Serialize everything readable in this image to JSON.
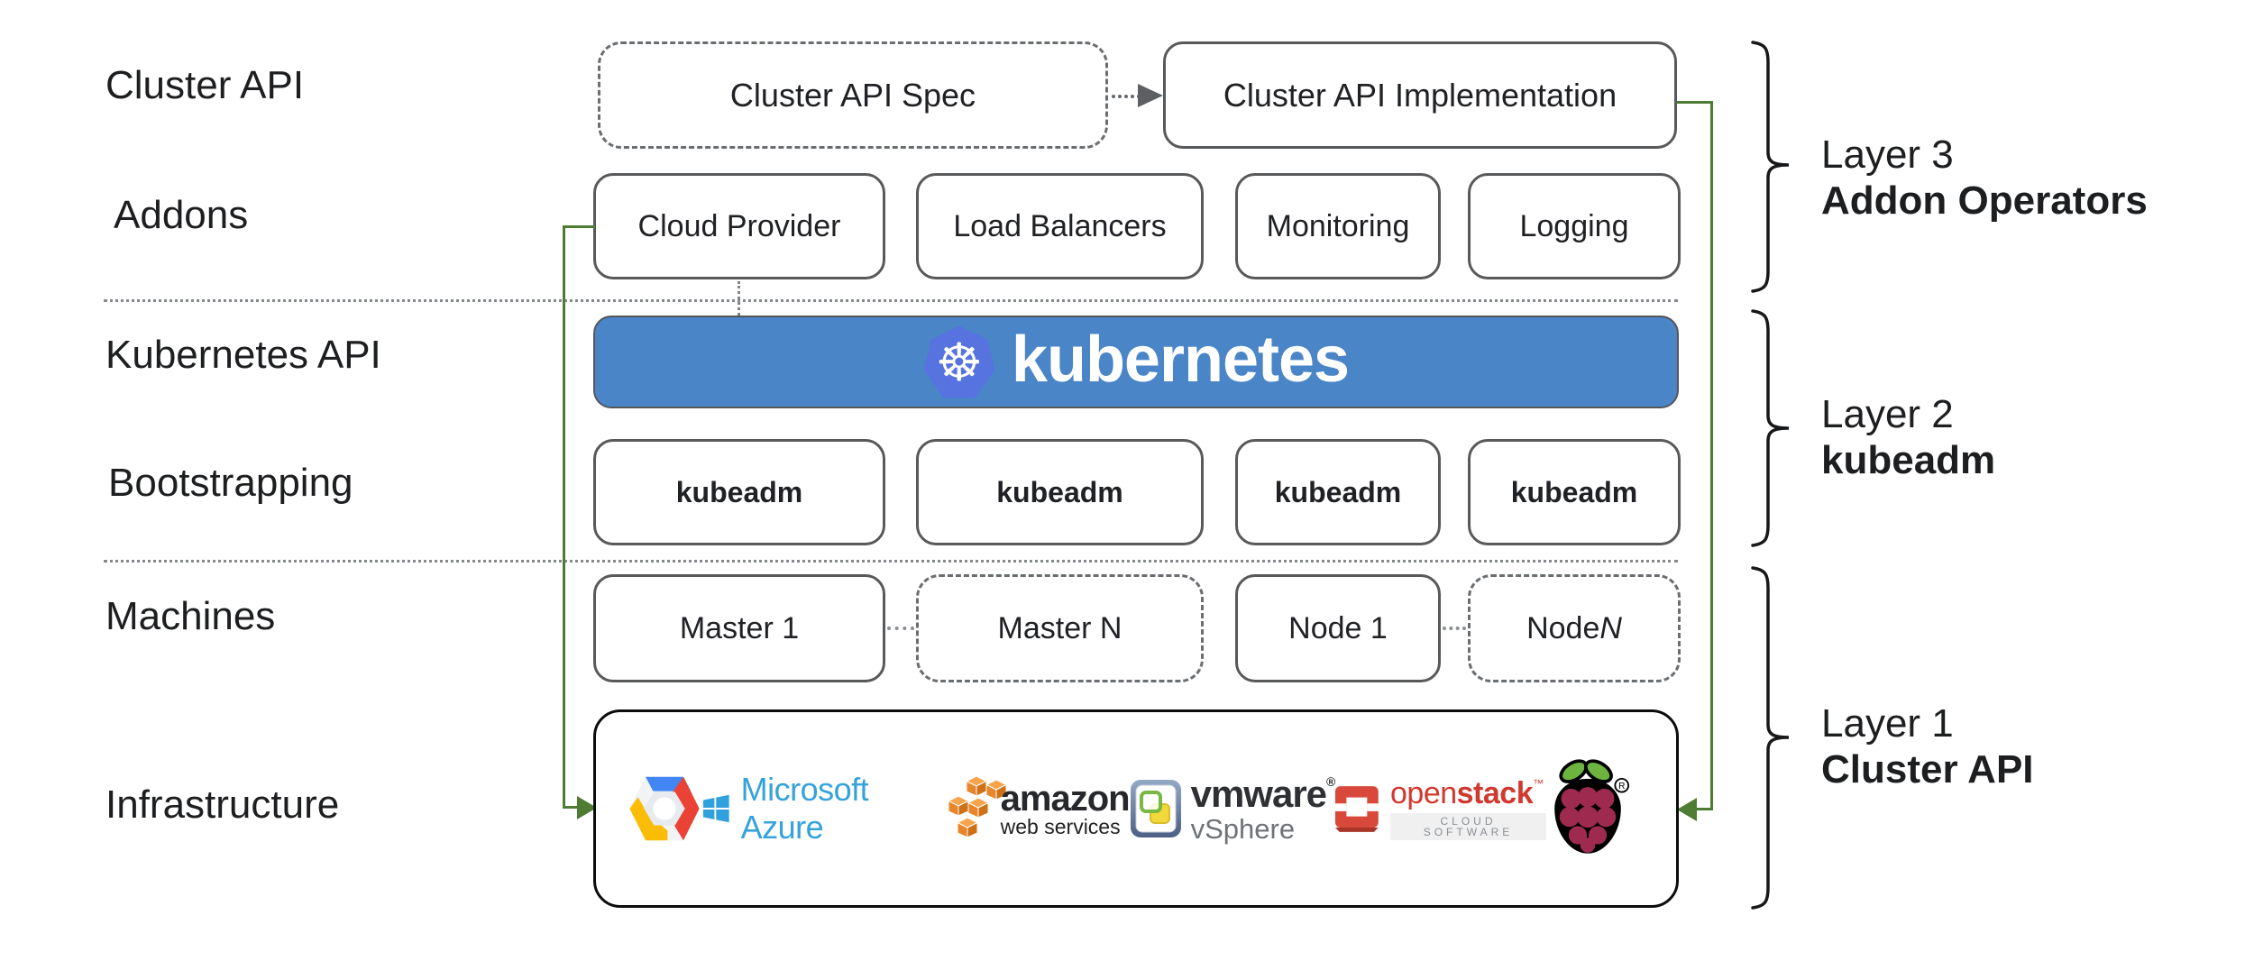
{
  "left_labels": {
    "items": [
      "Cluster API",
      "Addons",
      "Kubernetes API",
      "Bootstrapping",
      "Machines",
      "Infrastructure"
    ]
  },
  "cluster_api_row": {
    "spec": "Cluster API Spec",
    "implementation": "Cluster API Implementation"
  },
  "addons_row": {
    "items": [
      "Cloud Provider",
      "Load Balancers",
      "Monitoring",
      "Logging"
    ]
  },
  "kubernetes_banner": {
    "brand": "kubernetes",
    "logo_icon": "kubernetes-wheel-icon",
    "wheel_glyph": "☸"
  },
  "bootstrapping_row": {
    "items": [
      "kubeadm",
      "kubeadm",
      "kubeadm",
      "kubeadm"
    ]
  },
  "machines_row": {
    "items": [
      {
        "label": "Master 1",
        "style": "solid"
      },
      {
        "label": "Master N",
        "style": "dashed"
      },
      {
        "label": "Node 1",
        "style": "solid"
      },
      {
        "label": "Node ",
        "suffix_italic": "N",
        "style": "dashed"
      }
    ]
  },
  "infrastructure": {
    "providers": [
      {
        "name": "google-cloud-platform"
      },
      {
        "name": "microsoft-azure",
        "label": "Microsoft Azure"
      },
      {
        "name": "amazon-web-services",
        "label": "amazon",
        "sublabel": "web services"
      },
      {
        "name": "vmware-vsphere",
        "label": "vmware",
        "reg_mark": "®",
        "sublabel": "vSphere"
      },
      {
        "name": "openstack",
        "label_open": "open",
        "label_stack": "stack",
        "tm_mark": "™",
        "sublabel": "CLOUD SOFTWARE"
      },
      {
        "name": "raspberry-pi",
        "reg_mark": "®"
      }
    ]
  },
  "layer_annotations": {
    "items": [
      {
        "line1": "Layer 3",
        "line2": "Addon Operators"
      },
      {
        "line1": "Layer 2",
        "line2": "kubeadm"
      },
      {
        "line1": "Layer 1",
        "line2": "Cluster API"
      }
    ]
  },
  "colors": {
    "banner_blue": "#4a85c7",
    "k8s_logo_blue": "#5673e0",
    "green_connector": "#4e7c33",
    "box_border": "#58595b",
    "bracket": "#17181a",
    "azure_blue": "#35a2dc",
    "aws_orange": "#e8862c",
    "openstack_red": "#d2392e",
    "vmware_dark": "#2e3033",
    "raspberry_red": "#9e2b4f",
    "raspberry_green": "#6cb33f"
  }
}
